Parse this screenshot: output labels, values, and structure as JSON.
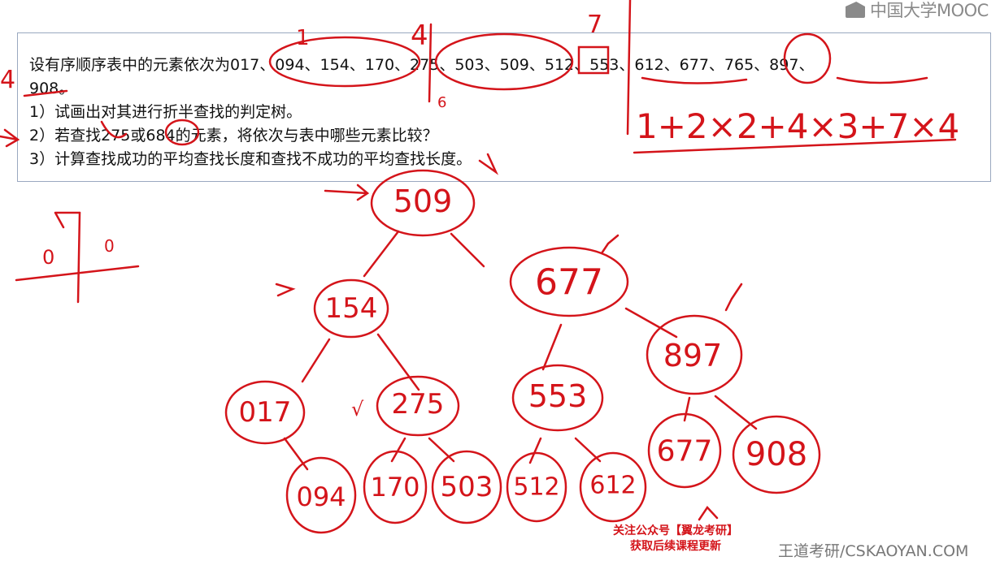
{
  "brand": {
    "logo_text": "中国大学MOOC"
  },
  "question": {
    "intro": "设有序顺序表中的元素依次为017、094、154、170、275、503、509、512、553、612、677、765、897、",
    "last": "908。",
    "item1": "1）试画出对其进行折半查找的判定树。",
    "item2": "2）若查找275或684的元素，将依次与表中哪些元素比较？",
    "item3": "3）计算查找成功的平均查找长度和查找不成功的平均查找长度。"
  },
  "annotations": {
    "top_1": "1",
    "top_4": "4",
    "top_6": "6",
    "top_7": "7",
    "left_4": "4",
    "formula": "1+2×2+4×3+7×4",
    "axis_zero_left": "0",
    "axis_zero_right": "0",
    "check_mark": "√"
  },
  "tree": {
    "nodes": [
      {
        "id": "n509",
        "label": "509"
      },
      {
        "id": "n154",
        "label": "154"
      },
      {
        "id": "n677",
        "label": "677"
      },
      {
        "id": "n017",
        "label": "017"
      },
      {
        "id": "n275",
        "label": "275"
      },
      {
        "id": "n553",
        "label": "553"
      },
      {
        "id": "n897",
        "label": "897"
      },
      {
        "id": "n094",
        "label": "094"
      },
      {
        "id": "n170",
        "label": "170"
      },
      {
        "id": "n503",
        "label": "503"
      },
      {
        "id": "n512",
        "label": "512"
      },
      {
        "id": "n612",
        "label": "612"
      },
      {
        "id": "n765",
        "label": "677"
      },
      {
        "id": "n908",
        "label": "908"
      }
    ]
  },
  "footer": {
    "line1": "关注公众号【翼龙考研】",
    "line2": "获取后续课程更新"
  },
  "watermark": "王道考研/CSKAOYAN.COM",
  "colors": {
    "ink": "#d4141a",
    "box_border": "#9aa8c0"
  }
}
